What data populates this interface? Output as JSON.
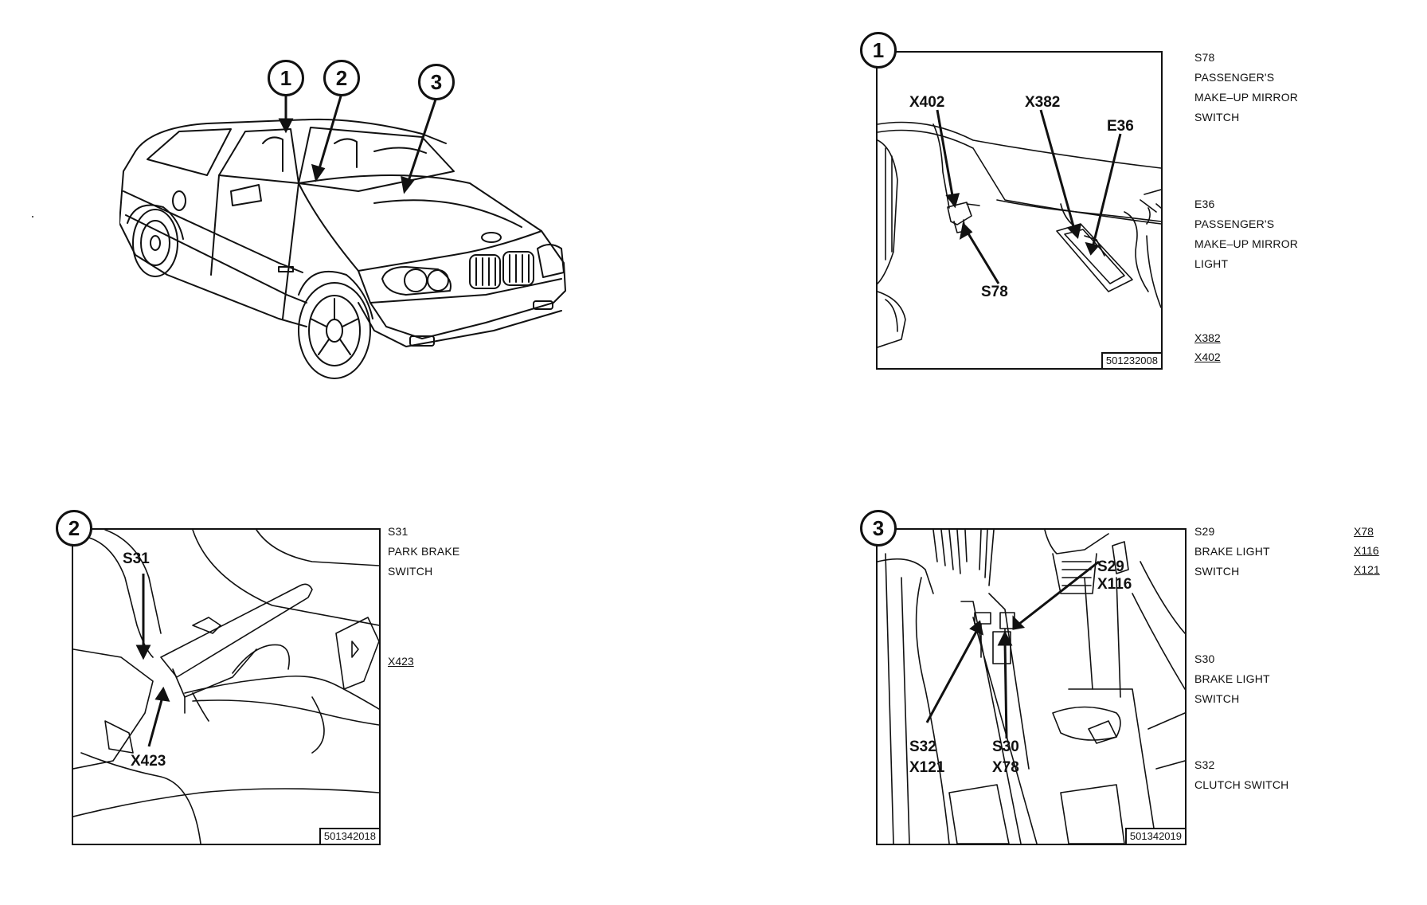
{
  "overview": {
    "badges": [
      "1",
      "2",
      "3"
    ]
  },
  "panel1": {
    "badge": "1",
    "figure_id": "501232008",
    "callouts": {
      "x402": "X402",
      "x382": "X382",
      "e36": "E36",
      "s78": "S78"
    },
    "legend": [
      {
        "code": "S78",
        "lines": [
          "PASSENGER'S",
          "MAKE–UP MIRROR",
          "SWITCH"
        ]
      },
      {
        "code": "E36",
        "lines": [
          "PASSENGER'S",
          "MAKE–UP MIRROR",
          "LIGHT"
        ]
      }
    ],
    "connectors": [
      "X382",
      "X402"
    ]
  },
  "panel2": {
    "badge": "2",
    "figure_id": "501342018",
    "callouts": {
      "s31": "S31",
      "x423": "X423"
    },
    "legend": [
      {
        "code": "S31",
        "lines": [
          "PARK BRAKE",
          "SWITCH"
        ]
      }
    ],
    "connectors": [
      "X423"
    ]
  },
  "panel3": {
    "badge": "3",
    "figure_id": "501342019",
    "callouts": {
      "s29": "S29",
      "x116": "X116",
      "s32": "S32",
      "x121": "X121",
      "s30": "S30",
      "x78": "X78"
    },
    "legend": [
      {
        "code": "S29",
        "lines": [
          "BRAKE LIGHT",
          "SWITCH"
        ]
      },
      {
        "code": "S30",
        "lines": [
          "BRAKE LIGHT",
          "SWITCH"
        ]
      },
      {
        "code": "S32",
        "lines": [
          "CLUTCH SWITCH"
        ]
      }
    ],
    "connectors": [
      "X78",
      "X116",
      "X121"
    ]
  }
}
